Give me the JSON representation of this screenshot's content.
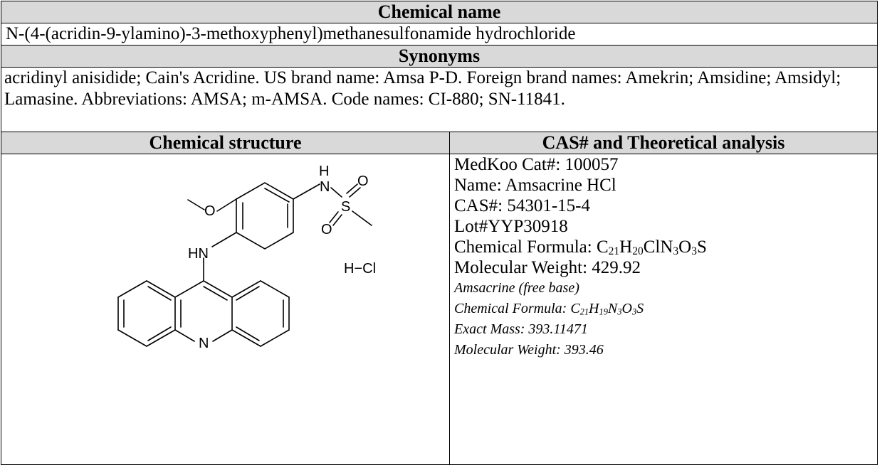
{
  "headers": {
    "chemical_name": "Chemical name",
    "synonyms": "Synonyms",
    "chemical_structure": "Chemical structure",
    "cas_analysis": "CAS# and Theoretical analysis"
  },
  "chemical_name": "N-(4-(acridin-9-ylamino)-3-methoxyphenyl)methanesulfonamide hydrochloride",
  "synonyms": " acridinyl anisidide; Cain's Acridine. US brand name: Amsa P-D. Foreign brand names: Amekrin; Amsidine; Amsidyl; Lamasine. Abbreviations: AMSA; m-AMSA. Code names: CI-880; SN-11841.",
  "structure": {
    "labels": {
      "o_methoxy": "O",
      "h": "H",
      "n_sulfonamide": "N",
      "o_top": "O",
      "s": "S",
      "o_bottom": "O",
      "hn": "HN",
      "n_ring": "N",
      "hcl": "H−Cl"
    }
  },
  "analysis": {
    "cat": "MedKoo Cat#: 100057",
    "name": "Name: Amsacrine HCl",
    "cas": "CAS#: 54301-15-4",
    "lot": "Lot#YYP30918",
    "formula_label": "Chemical Formula: ",
    "formula": {
      "c": "C",
      "c_n": "21",
      "h": "H",
      "h_n": "20",
      "cl": "ClN",
      "n_n": "3",
      "o": "O",
      "o_n": "3",
      "s": "S"
    },
    "mw": "Molecular Weight: 429.92",
    "free_base": "Amsacrine (free base)",
    "fb_formula_label": "Chemical Formula: ",
    "fb_formula": {
      "c": "C",
      "c_n": "21",
      "h": "H",
      "h_n": "19",
      "n": "N",
      "n_n": "3",
      "o": "O",
      "o_n": "3",
      "s": "S"
    },
    "exact_mass": "Exact Mass: 393.11471",
    "fb_mw": "Molecular Weight: 393.46"
  }
}
